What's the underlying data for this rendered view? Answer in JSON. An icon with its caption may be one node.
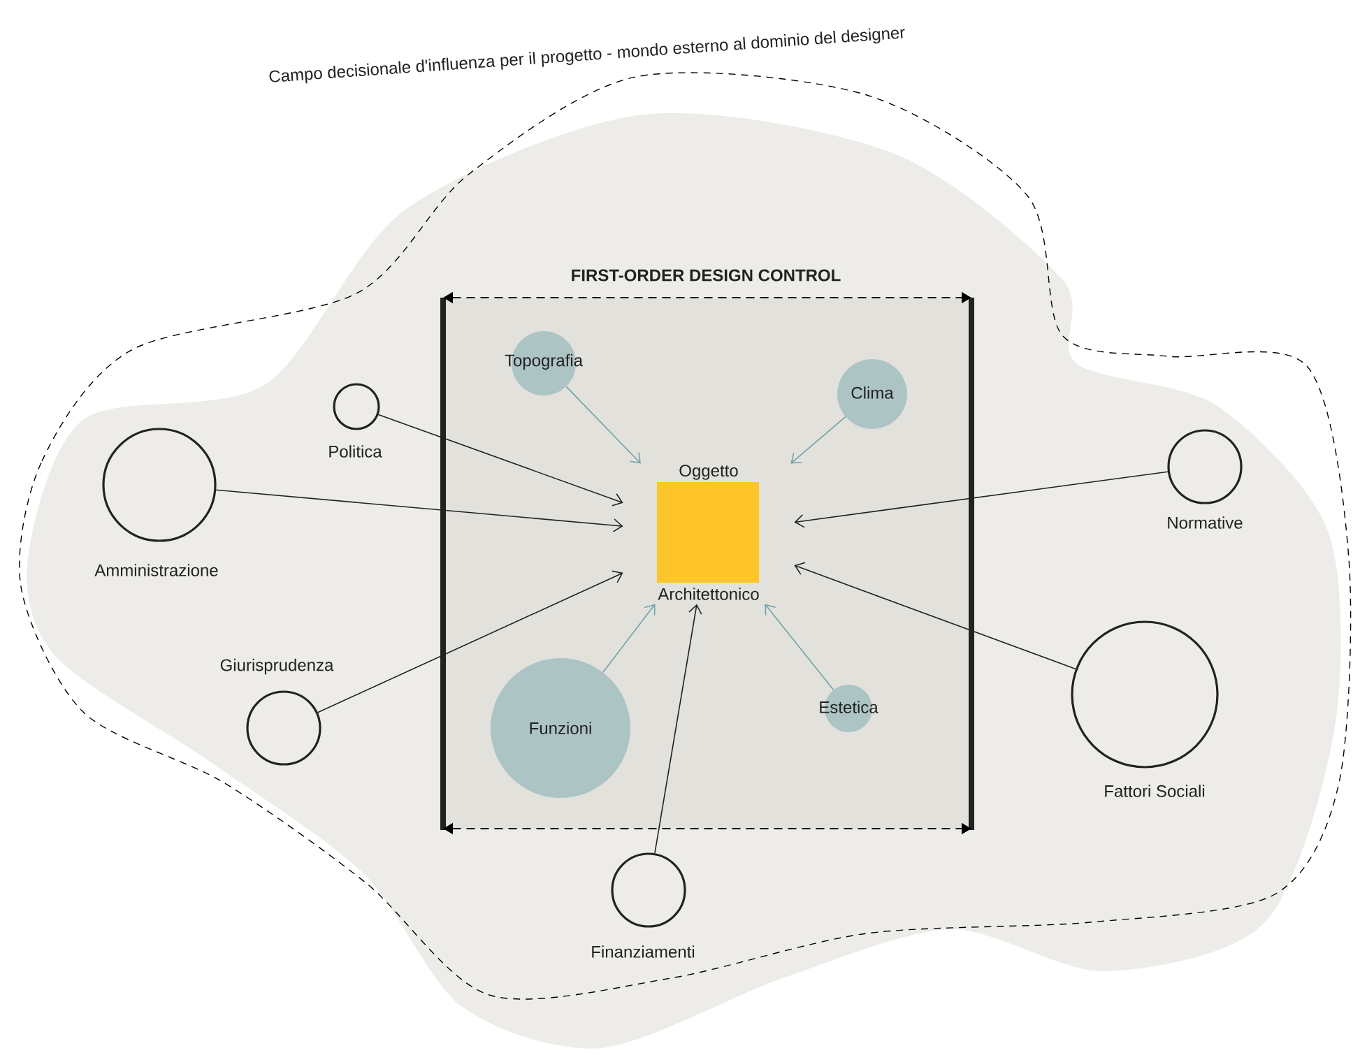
{
  "diagram": {
    "nodes": [
      {
        "text": [
          "FIRST-ORDER DESIGN CONTROL"
        ]
      },
      {
        "text": [
          "Oggetto",
          "Architettonico"
        ],
        "in": 0
      },
      {
        "text": [
          "Topografia"
        ],
        "in": 0
      },
      {
        "text": [
          "Clima"
        ],
        "in": 0
      },
      {
        "text": [
          "Funzioni"
        ],
        "in": 0
      },
      {
        "text": [
          "Estetica"
        ],
        "in": 0
      },
      {
        "text": [
          "Politica"
        ]
      },
      {
        "text": [
          "Amministrazione"
        ]
      },
      {
        "text": [
          "Giurisprudenza"
        ]
      },
      {
        "text": [
          "Normative"
        ]
      },
      {
        "text": [
          "Fattori Sociali"
        ]
      },
      {
        "text": [
          "Finanziamenti"
        ]
      }
    ],
    "edges": [
      {
        "from": 2,
        "to": 1,
        "arrow": "to",
        "color": "#6fa3aa"
      },
      {
        "from": 3,
        "to": 1,
        "arrow": "to",
        "color": "#6fa3aa"
      },
      {
        "from": 4,
        "to": 1,
        "arrow": "to",
        "color": "#6fa3aa"
      },
      {
        "from": 5,
        "to": 1,
        "arrow": "to",
        "color": "#6fa3aa"
      },
      {
        "from": 6,
        "to": 1,
        "arrow": "to"
      },
      {
        "from": 7,
        "to": 1,
        "arrow": "to"
      },
      {
        "from": 8,
        "to": 1,
        "arrow": "to"
      },
      {
        "from": 9,
        "to": 1,
        "arrow": "to"
      },
      {
        "from": 10,
        "to": 1,
        "arrow": "to"
      },
      {
        "from": 11,
        "to": 1,
        "arrow": "to"
      }
    ],
    "labels": [
      "Campo decisionale d'influenza per il progetto - mondo esterno al dominio del designer"
    ]
  }
}
